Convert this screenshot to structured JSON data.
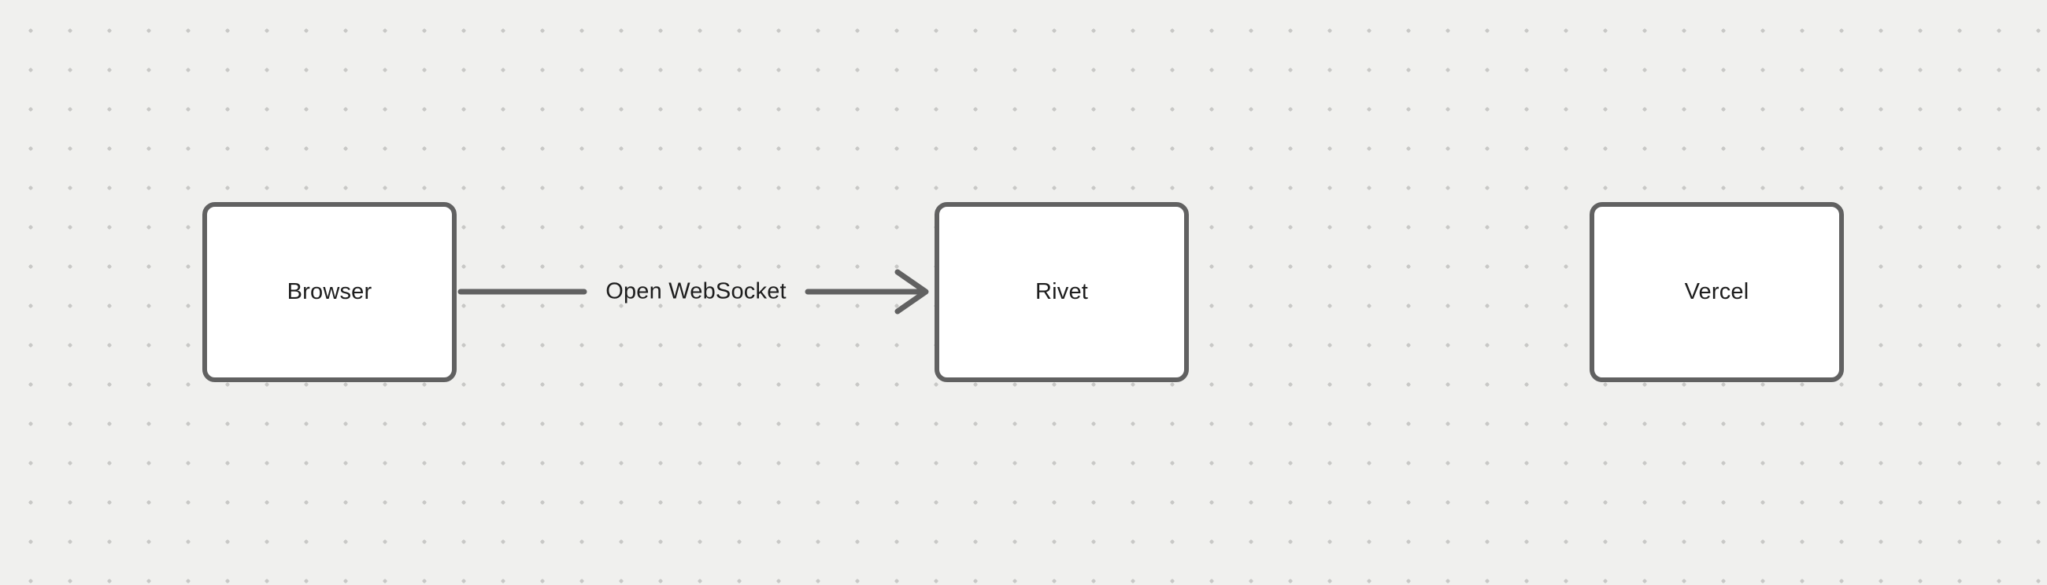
{
  "canvas": {
    "background_color": "#f0f0ee",
    "dot_color": "#c8c8c6"
  },
  "style": {
    "stroke_color": "#616161",
    "node_fill": "#ffffff",
    "text_color": "#1d1d1d"
  },
  "nodes": [
    {
      "id": "browser",
      "label": "Browser"
    },
    {
      "id": "rivet",
      "label": "Rivet"
    },
    {
      "id": "vercel",
      "label": "Vercel"
    }
  ],
  "edges": [
    {
      "from": "browser",
      "to": "rivet",
      "label": "Open WebSocket"
    }
  ]
}
